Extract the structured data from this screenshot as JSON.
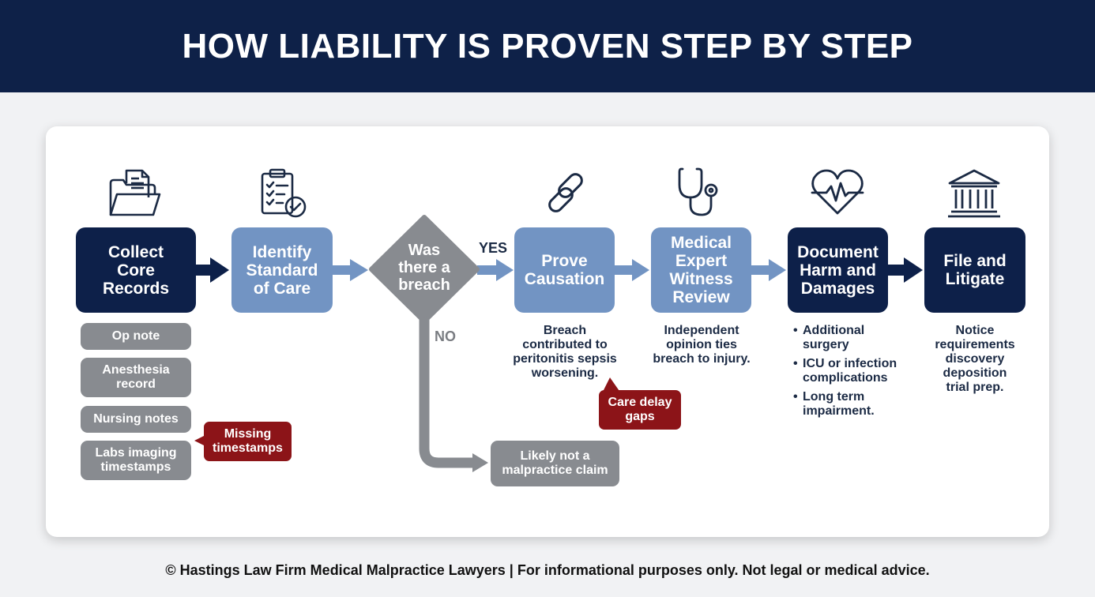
{
  "title": "HOW LIABILITY IS PROVEN STEP BY STEP",
  "steps": {
    "collect": "Collect\nCore\nRecords",
    "identify": "Identify\nStandard\nof Care",
    "decision": "Was\nthere a\nbreach",
    "causation": "Prove\nCausation",
    "expert": "Medical\nExpert\nWitness\nReview",
    "document": "Document\nHarm and\nDamages",
    "file": "File and\nLitigate"
  },
  "branches": {
    "yes": "YES",
    "no": "NO"
  },
  "records": [
    "Op note",
    "Anesthesia\nrecord",
    "Nursing notes",
    "Labs imaging\ntimestamps"
  ],
  "no_outcome": "Likely not a\nmalpractice claim",
  "callouts": {
    "missing": "Missing\ntimestamps",
    "care_delay": "Care delay\ngaps"
  },
  "descriptions": {
    "causation": "Breach\ncontributed to\nperitonitis sepsis\nworsening.",
    "expert": "Independent\nopinion ties\nbreach to injury.",
    "file": "Notice\nrequirements\ndiscovery\ndeposition\ntrial prep."
  },
  "damages": [
    "Additional\nsurgery",
    "ICU or infection\ncomplications",
    "Long term\nimpairment."
  ],
  "icons": [
    "folder-icon",
    "clipboard-checklist-icon",
    "chain-link-icon",
    "stethoscope-icon",
    "heart-pulse-icon",
    "courthouse-icon"
  ],
  "colors": {
    "navy": "#0d2049",
    "steel_blue": "#7294c3",
    "gray": "#888b90",
    "red": "#8c1418"
  },
  "footer": "© Hastings Law Firm Medical Malpractice Lawyers | For informational purposes only. Not legal or medical advice."
}
